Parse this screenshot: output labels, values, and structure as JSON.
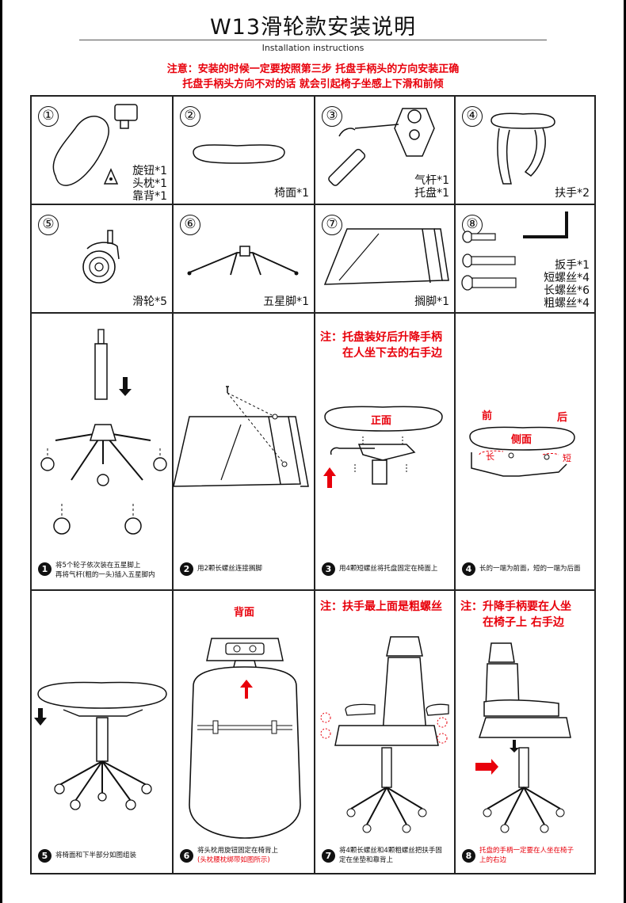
{
  "header": {
    "title": "W13滑轮款安装说明",
    "subtitle": "Installation instructions",
    "notice_line1": "注意：安装的时候一定要按照第三步 托盘手柄头的方向安装正确",
    "notice_line2": "托盘手柄头方向不对的话 就会引起椅子坐感上下滑和前倾"
  },
  "parts": [
    {
      "num": "①",
      "items": [
        "旋钮*1",
        "头枕*1",
        "靠背*1"
      ]
    },
    {
      "num": "②",
      "items": [
        "椅面*1"
      ]
    },
    {
      "num": "③",
      "items": [
        "气杆*1",
        "托盘*1"
      ]
    },
    {
      "num": "④",
      "items": [
        "扶手*2"
      ]
    },
    {
      "num": "⑤",
      "items": [
        "滑轮*5"
      ]
    },
    {
      "num": "⑥",
      "items": [
        "五星脚*1"
      ]
    },
    {
      "num": "⑦",
      "items": [
        "搁脚*1"
      ]
    },
    {
      "num": "⑧",
      "items": [
        "扳手*1",
        "短螺丝*4",
        "长螺丝*6",
        "粗螺丝*4"
      ]
    }
  ],
  "steps": [
    {
      "badge": "1",
      "text_line1": "将5个轮子依次装在五星脚上",
      "text_line2": "再将气杆(粗的一头)插入五星脚内"
    },
    {
      "badge": "2",
      "text_line1": "用2颗长螺丝连接搁脚",
      "text_line2": ""
    },
    {
      "badge": "3",
      "text_line1": "用4颗短螺丝将托盘固定在椅面上",
      "text_line2": "",
      "note_line1": "注：托盘装好后升降手柄",
      "note_line2": "在人坐下去的右手边",
      "label": "正面"
    },
    {
      "badge": "4",
      "text_line1": "长的一端为前面，短的一端为后面",
      "text_line2": "",
      "label_front": "前",
      "label_back": "后",
      "label_side": "侧面",
      "label_long": "长",
      "label_short": "短"
    },
    {
      "badge": "5",
      "text_line1": "将椅面和下半部分如图组装",
      "text_line2": ""
    },
    {
      "badge": "6",
      "text_line1": "将头枕用旋钮固定在椅背上",
      "text_line2": "(头枕腰枕绑带如图所示)",
      "label": "背面"
    },
    {
      "badge": "7",
      "text_line1": "将4颗长螺丝和4颗粗螺丝把扶手固",
      "text_line2": "定在坐垫和靠背上",
      "note_line1": "注：扶手最上面是粗螺丝"
    },
    {
      "badge": "8",
      "text_line1": "托盘的手柄一定要在人坐在椅子",
      "text_line2": "上的右边",
      "note_line1": "注：升降手柄要在人坐",
      "note_line2": "在椅子上 右手边"
    }
  ],
  "colors": {
    "accent_red": "#e8000b",
    "line": "#222222"
  }
}
